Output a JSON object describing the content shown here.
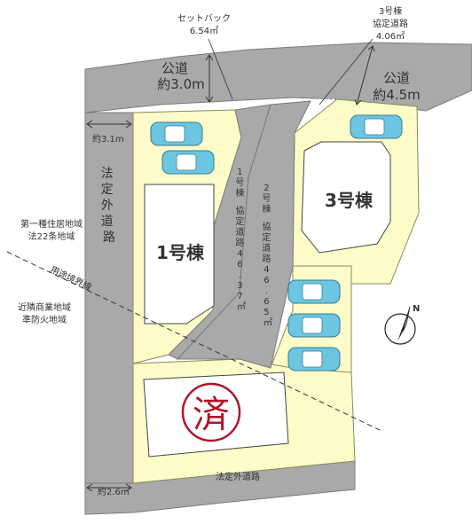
{
  "setback": {
    "title": "セットバック",
    "value": "6.54㎡"
  },
  "road3_agreement": {
    "line1": "3号棟",
    "line2": "協定道路",
    "value": "4.06㎡"
  },
  "public_road_left": {
    "label": "公道",
    "width": "約3.0m"
  },
  "public_road_right": {
    "label": "公道",
    "width": "約4.5m"
  },
  "width_top_left": "約3.1m",
  "width_bottom_left": "約2.6m",
  "statutory_road_vertical": [
    "法",
    "定",
    "外",
    "道",
    "路"
  ],
  "statutory_road_bottom": "法定外道路",
  "zone_upper": {
    "line1": "第一種住居地域",
    "line2": "法22条地域"
  },
  "zone_lower": {
    "line1": "近隣商業地域",
    "line2": "準防火地域"
  },
  "zone_boundary": "用途境界線",
  "house1": "1号棟",
  "house3": "3号棟",
  "sold_mark": "済",
  "road1_vertical": [
    "1",
    "号",
    "棟",
    "",
    "協",
    "定",
    "道",
    "路",
    "4",
    "6",
    ".",
    "3",
    "7",
    "㎡"
  ],
  "road2_vertical": [
    "2",
    "号",
    "棟",
    "",
    "協",
    "定",
    "道",
    "路",
    "4",
    "6",
    ".",
    "6",
    "5",
    "㎡"
  ],
  "compass_label": "N",
  "colors": {
    "lot": "#fdfbc8",
    "lot_border": "#8a8a5a",
    "road": "#a9a9a9",
    "road_border": "#7a7a7a",
    "building": "#ffffff",
    "car": "#6cc6e2",
    "sold_mark": "#b0172a"
  }
}
